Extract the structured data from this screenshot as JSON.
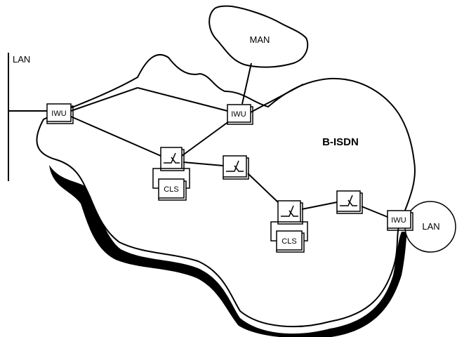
{
  "labels": {
    "lan_left": "LAN",
    "man": "MAN",
    "bisdn": "B-ISDN",
    "lan_right": "LAN",
    "iwu_left": "IWU",
    "iwu_top": "IWU",
    "iwu_right": "IWU",
    "cls_left": "CLS",
    "cls_right": "CLS"
  }
}
